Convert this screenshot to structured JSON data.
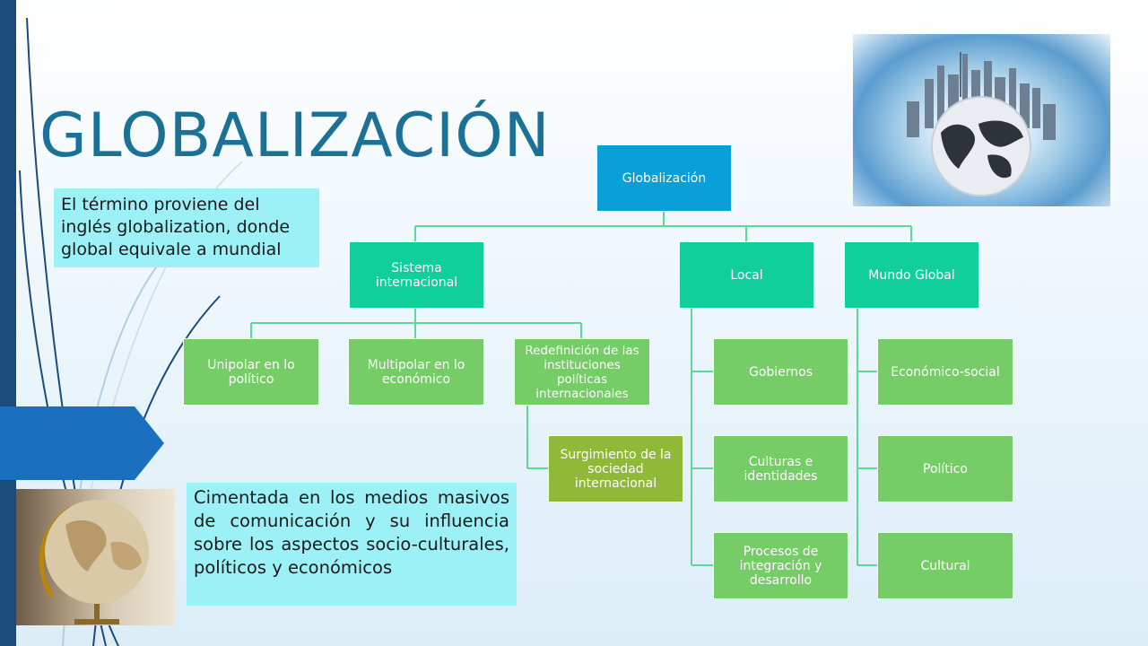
{
  "title": "GLOBALIZACIÓN",
  "intro_text": "El término proviene del inglés globalization, donde global equivale a mundial",
  "media_text": "Cimentada en los medios masivos de comunicación y su influencia sobre los aspectos socio-culturales, políticos y económicos",
  "images": {
    "city_globe": "city-skyline-on-globe-image",
    "desk_globe": "desk-globe-image"
  },
  "diagram": {
    "root": "Globalización",
    "sistema": {
      "label": "Sistema internacional",
      "children": [
        "Unipolar en lo político",
        "Multipolar en lo económico",
        "Redefinición de las instituciones políticas internacionales"
      ],
      "sub": "Surgimiento de la sociedad internacional"
    },
    "local": {
      "label": "Local",
      "children": [
        "Gobiernos",
        "Culturas e identidades",
        "Procesos de integración  y desarrollo"
      ]
    },
    "mundo": {
      "label": "Mundo Global",
      "children": [
        "Económico-social",
        "Político",
        "Cultural"
      ]
    }
  },
  "colors": {
    "root": "#0a9fd8",
    "level1": "#10cf9b",
    "level2": "#76cc67",
    "level3": "#8fb937",
    "connector": "#5ed89a",
    "title": "#1c7196",
    "textbox": "#9bf1f6"
  }
}
